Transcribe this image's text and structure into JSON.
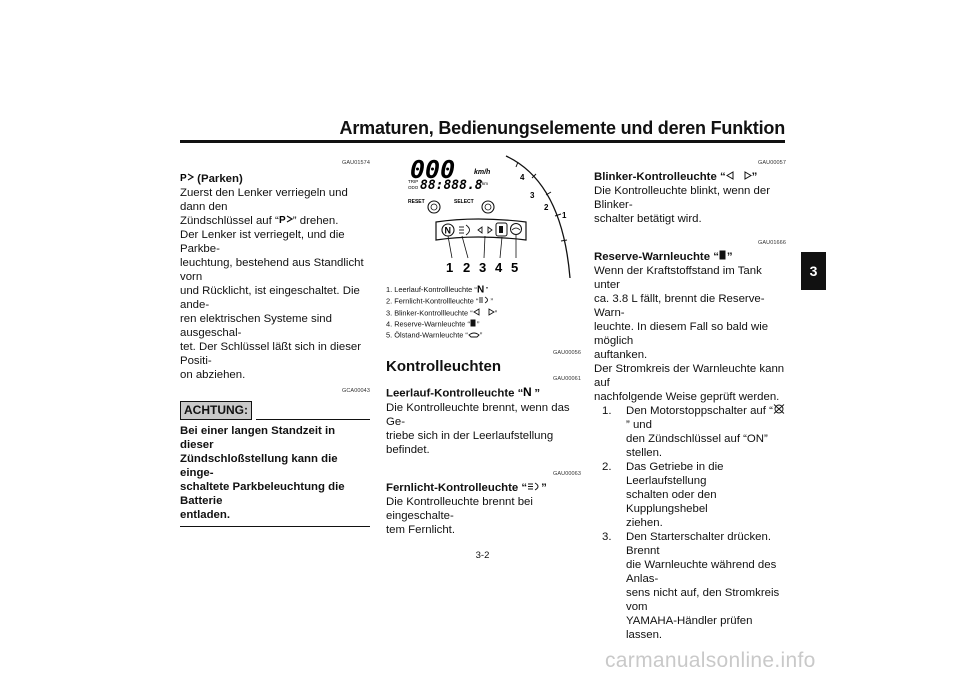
{
  "header": {
    "title": "Armaturen, Bedienungselemente und deren Funktion"
  },
  "chapter_tab": "3",
  "left": {
    "code1": "GAU01574",
    "park_heading": "(Parken)",
    "park_text": [
      "Zuerst den Lenker verriegeln und dann den",
      "Zündschlüssel auf “",
      "” drehen.",
      "Der Lenker ist verriegelt, und die Parkbe-",
      "leuchtung, bestehend aus Standlicht vorn",
      "und Rücklicht, ist eingeschaltet. Die ande-",
      "ren elektrischen Systeme sind ausgeschal-",
      "tet. Der Schlüssel läßt sich in dieser Positi-",
      "on abziehen."
    ],
    "code2": "GCA00043",
    "caution_label": "ACHTUNG:",
    "caution_text": [
      "Bei einer langen Standzeit in dieser",
      "Zündschloßstellung kann die einge-",
      "schaltete Parkbeleuchtung die Batterie",
      "entladen."
    ]
  },
  "middle": {
    "gauge": {
      "speed_digits": "000",
      "speed_unit": "km/h",
      "odo_digits": "88:888.8",
      "odo_unit": "km",
      "trip_label": "TRIP",
      "odo_label": "ODO",
      "reset": "RESET",
      "select": "SELECT",
      "tach_labels": [
        "4",
        "3",
        "2",
        "1"
      ],
      "callouts": [
        "1",
        "2",
        "3",
        "4",
        "5"
      ]
    },
    "legend": [
      {
        "pre": "1.  Leerlauf-Kontrollleuchte “",
        "icon": "neutral-icon",
        "post": "”"
      },
      {
        "pre": "2.  Fernlicht-Kontrollleuchte “",
        "icon": "high-beam-icon",
        "post": "”"
      },
      {
        "pre": "3.  Blinker-Kontrollleuchte “",
        "icon": "turn-signal-icon",
        "post": "”"
      },
      {
        "pre": "4.  Reserve-Warnleuchte “",
        "icon": "fuel-icon",
        "post": "”"
      },
      {
        "pre": "5.  Ölstand-Warnleuchte “",
        "icon": "oil-icon",
        "post": "”"
      }
    ],
    "code_section": "GAU00056",
    "section_title": "Kontrolleuchten",
    "code_a": "GAU00061",
    "neutral_heading_pre": "Leerlauf-Kontrolleuchte “",
    "neutral_heading_post": "”",
    "neutral_text": [
      "Die Kontrolleuchte brennt, wenn das Ge-",
      "triebe sich in der Leerlaufstellung befindet."
    ],
    "code_b": "GAU00063",
    "highbeam_heading_pre": "Fernlicht-Kontrolleuchte “",
    "highbeam_heading_post": "”",
    "highbeam_text": [
      "Die Kontrolleuchte brennt bei eingeschalte-",
      "tem Fernlicht."
    ]
  },
  "right": {
    "code_a": "GAU00057",
    "turn_heading_pre": "Blinker-Kontrolleuchte “",
    "turn_heading_post": "”",
    "turn_text": [
      "Die Kontrolleuchte blinkt, wenn der Blinker-",
      "schalter betätigt wird."
    ],
    "code_b": "GAU01666",
    "fuel_heading_pre": "Reserve-Warnleuchte “",
    "fuel_heading_post": "”",
    "fuel_text": [
      "Wenn der Kraftstoffstand im Tank unter",
      "ca. 3.8 L fällt, brennt die Reserve-Warn-",
      "leuchte. In diesem Fall so bald wie möglich",
      "auftanken.",
      "Der Stromkreis der Warnleuchte kann auf",
      "nachfolgende Weise geprüft werden."
    ],
    "steps": [
      {
        "num": "1.",
        "lines": [
          "Den Motorstoppschalter auf “",
          "” und",
          "den Zündschlüssel auf “ON” stellen."
        ]
      },
      {
        "num": "2.",
        "lines": [
          "Das Getriebe in die Leerlaufstellung",
          "schalten oder den Kupplungshebel",
          "ziehen."
        ]
      },
      {
        "num": "3.",
        "lines": [
          "Den Starterschalter drücken. Brennt",
          "die Warnleuchte während des Anlas-",
          "sens nicht auf, den Stromkreis vom",
          "YAMAHA-Händler prüfen lassen."
        ]
      }
    ]
  },
  "footer": {
    "page": "3-2"
  },
  "watermark": "carmanualsonline.info"
}
